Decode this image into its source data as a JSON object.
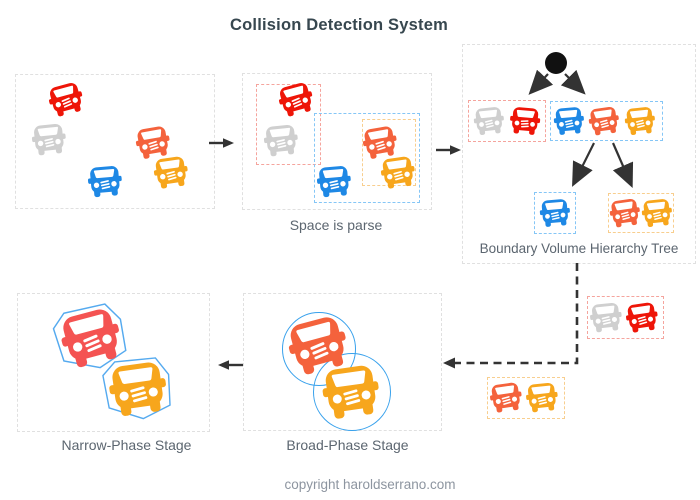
{
  "title": "Collision Detection System",
  "footer": {
    "copyright": "copyright haroldserrano.com"
  },
  "panels": {
    "scene": {
      "description": "unpartitioned space with five cars",
      "cars": [
        "red",
        "gray",
        "tomato",
        "blue",
        "yellow"
      ]
    },
    "space_parse": {
      "label": "Space is parse",
      "groups": [
        {
          "box": "red",
          "cars": [
            "red",
            "gray"
          ]
        },
        {
          "box": "blue",
          "cars": [
            "blue",
            "tomato",
            "yellow"
          ],
          "nested_box": {
            "box": "yellow",
            "cars": [
              "tomato",
              "yellow"
            ]
          }
        }
      ]
    },
    "bvh": {
      "label": "Boundary Volume Hierarchy Tree",
      "root": "black-node",
      "level1": [
        {
          "box": "red",
          "cars": [
            "gray",
            "red"
          ]
        },
        {
          "box": "blue",
          "cars": [
            "blue",
            "tomato",
            "yellow"
          ]
        }
      ],
      "level2": [
        {
          "box": "blue",
          "cars": [
            "blue"
          ]
        },
        {
          "box": "yellow",
          "cars": [
            "tomato",
            "yellow"
          ]
        }
      ]
    },
    "collision_pairs": [
      {
        "box": "red",
        "cars": [
          "gray",
          "red"
        ]
      },
      {
        "box": "yellow",
        "cars": [
          "tomato",
          "yellow"
        ]
      }
    ],
    "broad_phase": {
      "label": "Broad-Phase Stage",
      "cars": [
        "tomato",
        "yellow"
      ],
      "bounding": "circles"
    },
    "narrow_phase": {
      "label": "Narrow-Phase Stage",
      "cars": [
        "salmon",
        "yellow"
      ],
      "bounding": "convex hulls"
    }
  },
  "colors": {
    "car-red": "#EE1508",
    "car-gray": "#CFCFCF",
    "car-tomato": "#F4623C",
    "car-yellow": "#F7A61C",
    "car-blue": "#1E88E5",
    "car-salmon": "#F45352",
    "box-red": "#F5A49D",
    "box-blue": "#85C6F6",
    "box-yellow": "#F8CE8E",
    "panel-border": "#E0E0E0",
    "arrow-dark": "#333333",
    "circle-blue": "#38A1EC",
    "hull-blue": "#55AAEF",
    "root-node": "#111111",
    "title": "#37474F",
    "label": "#5C6670",
    "copyright": "#8D95A0"
  }
}
